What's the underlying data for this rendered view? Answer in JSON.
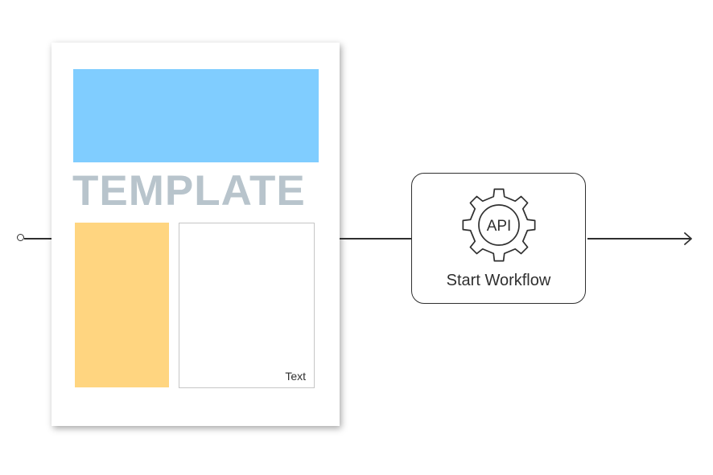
{
  "template_document": {
    "title": "TEMPLATE",
    "text_label": "Text",
    "colors": {
      "header_block": "#80cdff",
      "side_block": "#ffd580",
      "title_text": "#b8c4cc"
    }
  },
  "workflow_node": {
    "icon": "gear-icon",
    "icon_text": "API",
    "label": "Start Workflow"
  },
  "colors": {
    "line": "#2f2f2f",
    "background": "#ffffff"
  }
}
